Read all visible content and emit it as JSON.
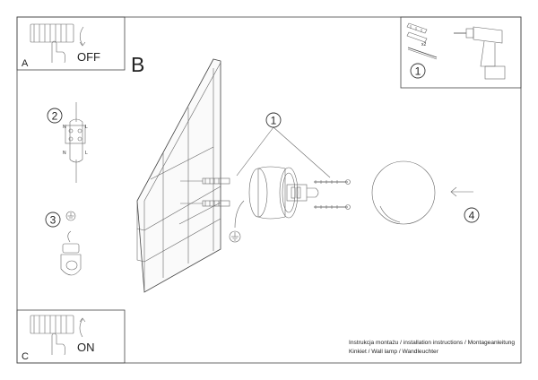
{
  "panels": {
    "a": {
      "letter": "A",
      "word": "OFF"
    },
    "c": {
      "letter": "C",
      "word": "ON"
    },
    "main": {
      "letter": "B"
    }
  },
  "steps": {
    "tools": "1",
    "mounting": "1",
    "wiring": "2",
    "ground": "3",
    "shade": "4"
  },
  "tools": {
    "quantity": "x2"
  },
  "wiring_labels": {
    "n_top": "N",
    "l_top": "L",
    "n_bottom": "N",
    "l_bottom": "L"
  },
  "caption": {
    "line1": "Instrukcja montażu / installation instructions / Montageanleitung",
    "line2": "Kinkiet / Wall lamp / Wandleuchter"
  },
  "icons": [
    "switch-off-icon",
    "switch-on-icon",
    "drill-icon",
    "wall-plug-icon",
    "screw-icon",
    "ground-icon",
    "terminal-block-icon",
    "lamp-shade-icon",
    "arrow-icon"
  ]
}
